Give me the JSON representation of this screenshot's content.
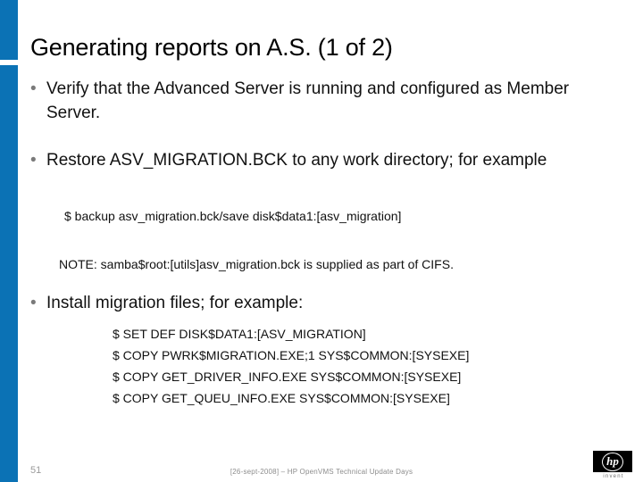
{
  "slide": {
    "page_number": "51",
    "title": "Generating reports on A.S. (1 of 2)",
    "bullet_marker": "•",
    "accent_color": "#0B72B5",
    "background_color": "#FFFFFF",
    "text_color": "#000000"
  },
  "bullets": [
    {
      "text": "Verify that the Advanced Server is running and configured as Member Server."
    },
    {
      "text": "Restore ASV_MIGRATION.BCK to any work directory; for example"
    },
    {
      "text": "Install migration files; for example:"
    }
  ],
  "command_backup": "$ backup asv_migration.bck/save disk$data1:[asv_migration]",
  "note": "NOTE: samba$root:[utils]asv_migration.bck is supplied as part of CIFS.",
  "code_lines": [
    "$ SET DEF DISK$DATA1:[ASV_MIGRATION]",
    "$ COPY PWRK$MIGRATION.EXE;1 SYS$COMMON:[SYSEXE]",
    "$ COPY GET_DRIVER_INFO.EXE SYS$COMMON:[SYSEXE]",
    "$ COPY GET_QUEU_INFO.EXE SYS$COMMON:[SYSEXE]"
  ],
  "footer": {
    "center_text": "[26-sept-2008] – HP OpenVMS Technical Update Days",
    "logo_text": "hp",
    "logo_tagline": "invent"
  }
}
